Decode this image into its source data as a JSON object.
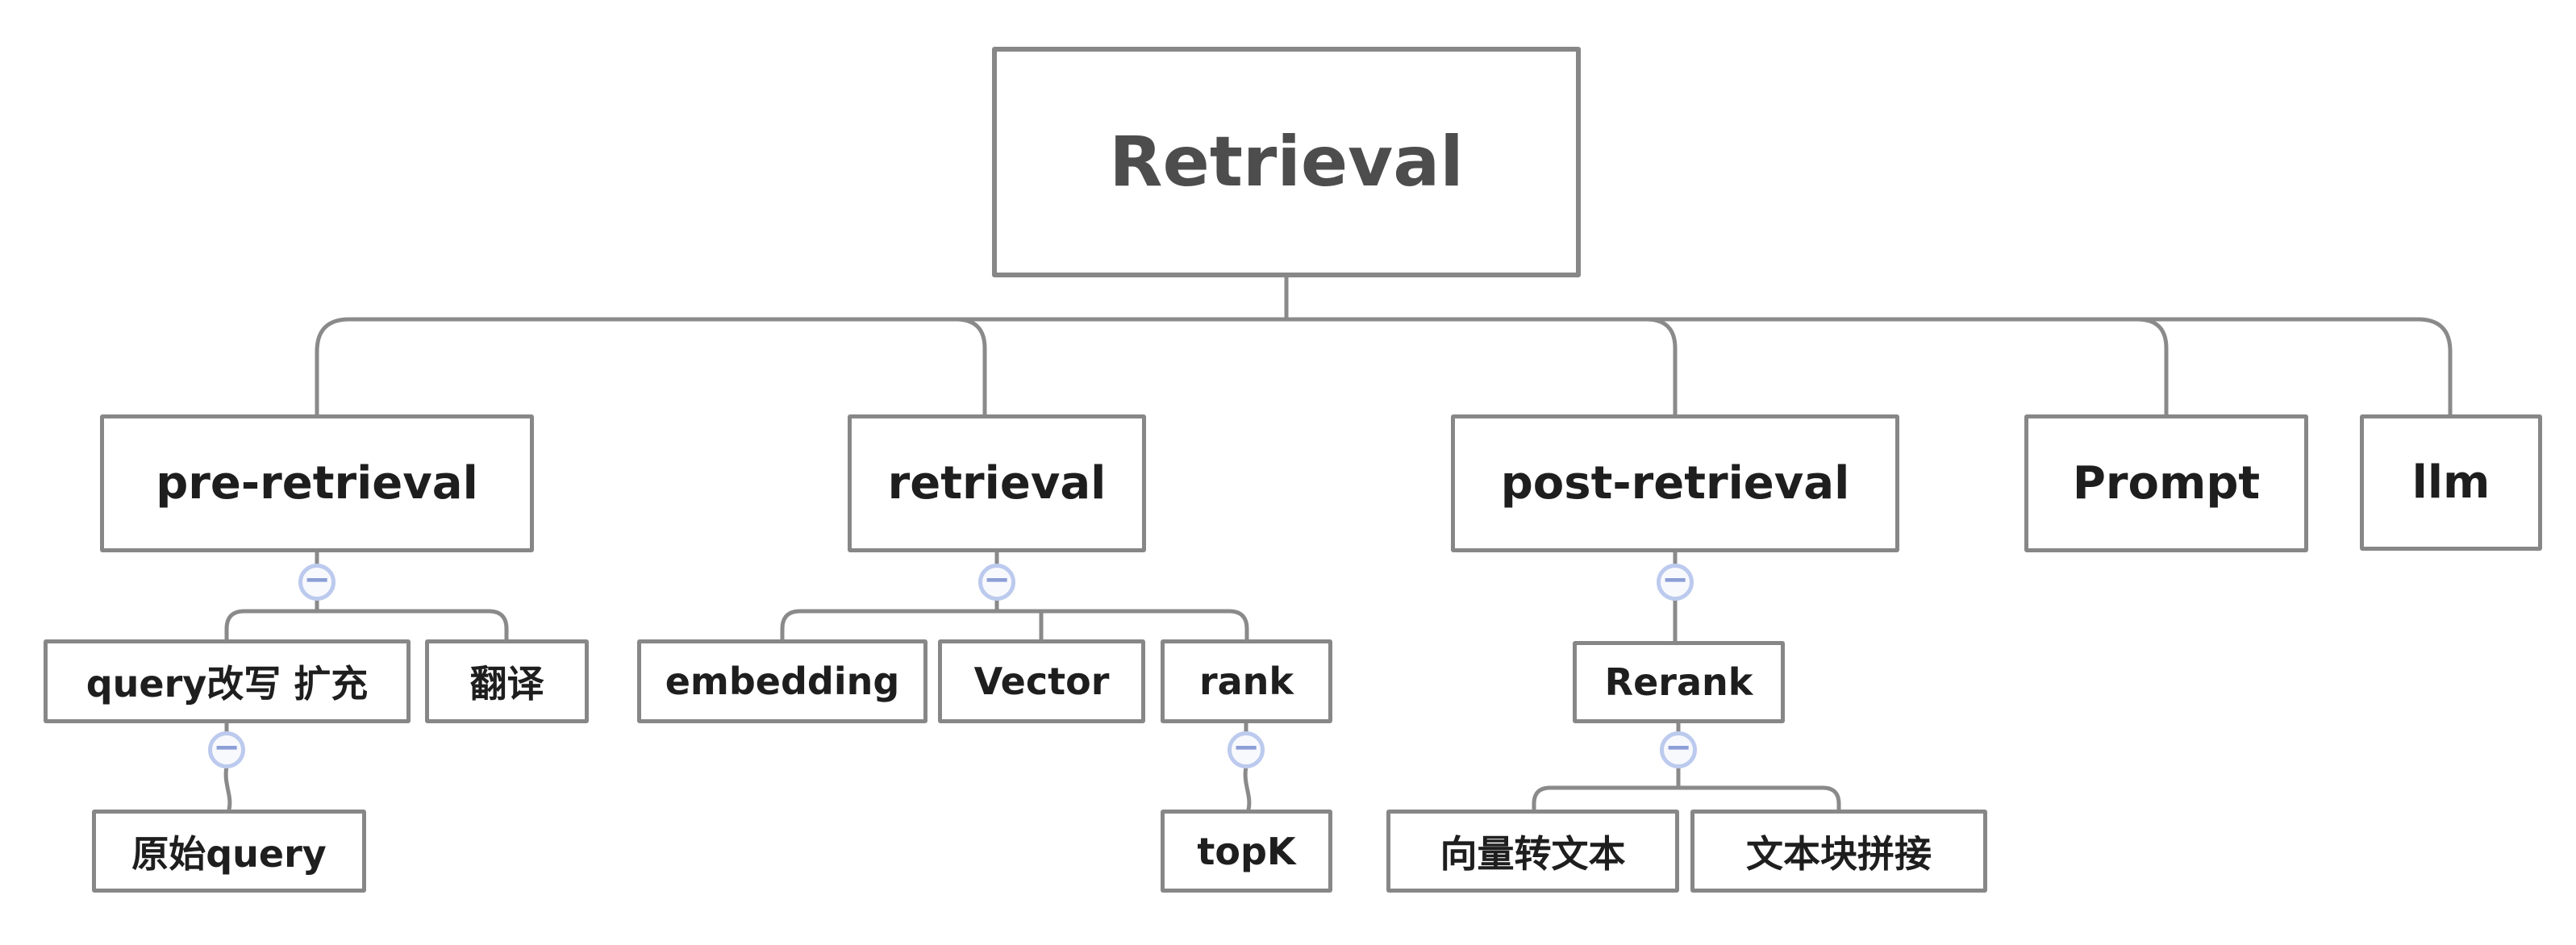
{
  "ui": {
    "collapse_symbol": "−"
  },
  "colors": {
    "background": "#ffffff",
    "connector_line": "#8a8a8a",
    "box_border": "#878787",
    "root_text": "#4d4d4d",
    "node_text": "#1e1e1e",
    "collapse_circle_border": "#bccaee",
    "collapse_circle_fill": "#f8f9fd",
    "collapse_minus": "#8c9fd6"
  },
  "outline": [
    {
      "label": "Retrieval",
      "children": [
        {
          "label": "pre-retrieval",
          "children": [
            {
              "label": "query改写 扩充",
              "children": [
                {
                  "label": "原始query"
                }
              ]
            },
            {
              "label": "翻译"
            }
          ]
        },
        {
          "label": "retrieval",
          "children": [
            {
              "label": "embedding"
            },
            {
              "label": "Vector"
            },
            {
              "label": "rank",
              "children": [
                {
                  "label": "topK"
                }
              ]
            }
          ]
        },
        {
          "label": "post-retrieval",
          "children": [
            {
              "label": "Rerank",
              "children": [
                {
                  "label": "向量转文本"
                },
                {
                  "label": "文本块拼接"
                }
              ]
            }
          ]
        },
        {
          "label": "Prompt"
        },
        {
          "label": "llm"
        }
      ]
    }
  ]
}
